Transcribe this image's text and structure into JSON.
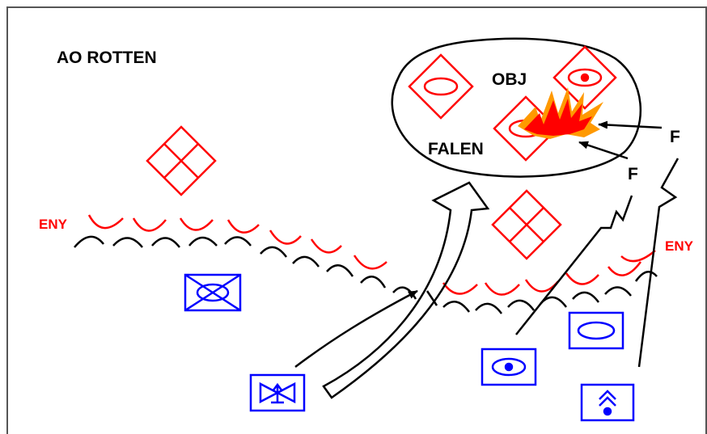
{
  "labels": {
    "area": "AO ROTTEN",
    "obj_top": "OBJ",
    "obj_bottom": "FALEN",
    "eny_left": "ENY",
    "eny_right": "ENY",
    "fire_left": "F",
    "fire_right": "F"
  },
  "icons": {
    "enemy_armor": "diamond-armor-icon",
    "enemy_mech_inf": "diamond-mech-infantry-icon",
    "enemy_recon": "diamond-recon-icon",
    "friendly_mech_inf": "mech-infantry-unit-icon",
    "friendly_armor": "armor-unit-icon",
    "friendly_recon": "recon-unit-icon",
    "friendly_engineer": "engineer-unit-icon",
    "friendly_artillery": "artillery-unit-icon",
    "explosion": "explosion-icon"
  },
  "colors": {
    "enemy": "#ff0000",
    "friendly": "#0000ff",
    "neutral": "#000000",
    "fire_outer": "#ff9900",
    "fire_inner": "#ff0000"
  }
}
